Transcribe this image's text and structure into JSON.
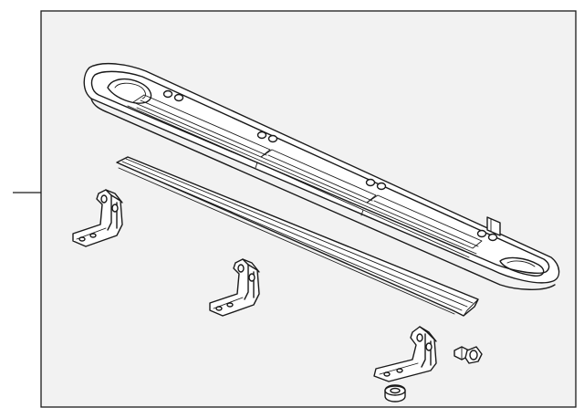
{
  "diagram": {
    "background": "#ffffff",
    "panel_fill": "#f2f2f2",
    "line_color": "#1a1a1a",
    "parts": [
      {
        "name": "running-board-step"
      },
      {
        "name": "step-pad-strip"
      },
      {
        "name": "mounting-bracket-front"
      },
      {
        "name": "mounting-bracket-center"
      },
      {
        "name": "mounting-bracket-rear"
      },
      {
        "name": "bolt-stud"
      },
      {
        "name": "nut"
      }
    ]
  }
}
